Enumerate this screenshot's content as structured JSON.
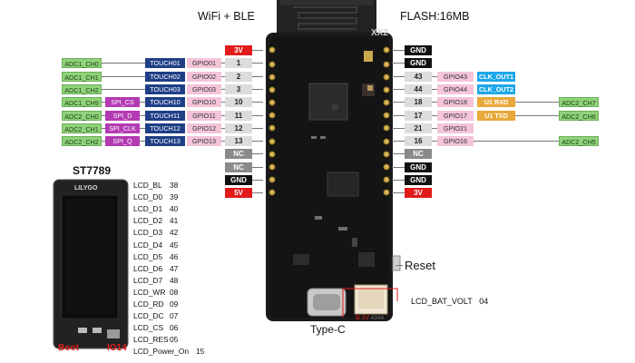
{
  "header": {
    "left_title": "WiFi + BLE",
    "right_title": "FLASH:16MB"
  },
  "board_label": "XX2",
  "left_pins": [
    {
      "adc": "",
      "touch": "",
      "gpio": "",
      "num": "3V",
      "kind": "red"
    },
    {
      "adc": "ADC1_CH0",
      "touch": "TOUCH01",
      "gpio": "GPIO01",
      "num": "1",
      "kind": "num"
    },
    {
      "adc": "ADC1_CH1",
      "touch": "TOUCH02",
      "gpio": "GPIO02",
      "num": "2",
      "kind": "num"
    },
    {
      "adc": "ADC1_CH2",
      "touch": "TOUCH03",
      "gpio": "GPIO03",
      "num": "3",
      "kind": "num"
    },
    {
      "adc": "ADC1_CH9",
      "spi": "SPI_CS",
      "touch": "TOUCH10",
      "gpio": "GPIO10",
      "num": "10",
      "kind": "num"
    },
    {
      "adc": "ADC2_CH0",
      "spi": "SPI_D",
      "touch": "TOUCH11",
      "gpio": "GPIO11",
      "num": "11",
      "kind": "num"
    },
    {
      "adc": "ADC2_CH1",
      "spi": "SPI_CLK",
      "touch": "TOUCH12",
      "gpio": "GPIO12",
      "num": "12",
      "kind": "num"
    },
    {
      "adc": "ADC2_CH2",
      "spi": "SPI_Q",
      "touch": "TOUCH13",
      "gpio": "GPIO13",
      "num": "13",
      "kind": "num"
    },
    {
      "num": "NC",
      "kind": "nc"
    },
    {
      "num": "NC",
      "kind": "nc"
    },
    {
      "num": "GND",
      "kind": "blk"
    },
    {
      "num": "5V",
      "kind": "red"
    }
  ],
  "right_pins": [
    {
      "num": "GND",
      "kind": "blk"
    },
    {
      "num": "GND",
      "kind": "blk"
    },
    {
      "num": "43",
      "gpio": "GPIO43",
      "fn": "CLK_OUT1",
      "fnkind": "clk",
      "kind": "num"
    },
    {
      "num": "44",
      "gpio": "GPIO44",
      "fn": "CLK_OUT2",
      "fnkind": "clk",
      "kind": "num"
    },
    {
      "num": "18",
      "gpio": "GPIO18",
      "fn": "U1 RXD",
      "fnkind": "uart",
      "adc": "ADC2_CH7",
      "kind": "num"
    },
    {
      "num": "17",
      "gpio": "GPIO17",
      "fn": "U1 TXD",
      "fnkind": "uart",
      "adc": "ADC2_CH6",
      "kind": "num"
    },
    {
      "num": "21",
      "gpio": "GPIO21",
      "kind": "num"
    },
    {
      "num": "16",
      "gpio": "GPIO16",
      "adc": "ADC2_CH5",
      "kind": "num"
    },
    {
      "num": "NC",
      "kind": "nc"
    },
    {
      "num": "GND",
      "kind": "blk"
    },
    {
      "num": "GND",
      "kind": "blk"
    },
    {
      "num": "3V",
      "kind": "red"
    }
  ],
  "lcd": {
    "title": "ST7789",
    "logo": "LILYGO",
    "boot": "Boot",
    "io14": "IO14",
    "pins": [
      {
        "name": "LCD_BL",
        "num": "38"
      },
      {
        "name": "LCD_D0",
        "num": "39"
      },
      {
        "name": "LCD_D1",
        "num": "40"
      },
      {
        "name": "LCD_D2",
        "num": "41"
      },
      {
        "name": "LCD_D3",
        "num": "42"
      },
      {
        "name": "LCD_D4",
        "num": "45"
      },
      {
        "name": "LCD_D5",
        "num": "46"
      },
      {
        "name": "LCD_D6",
        "num": "47"
      },
      {
        "name": "LCD_D7",
        "num": "48"
      },
      {
        "name": "LCD_WR",
        "num": "08"
      },
      {
        "name": "LCD_RD",
        "num": "09"
      },
      {
        "name": "LCD_DC",
        "num": "07"
      },
      {
        "name": "LCD_CS",
        "num": "06"
      },
      {
        "name": "LCD_RES",
        "num": "05"
      },
      {
        "name": "LCD_Power_On",
        "num": "15"
      }
    ]
  },
  "reset_label": "Reset",
  "typec_label": "Type-C",
  "battery": {
    "label": "LCD_BAT_VOLT",
    "value": "04"
  },
  "connector": {
    "g": "G",
    "v3": "3V",
    "p43": "43",
    "p44": "44"
  }
}
